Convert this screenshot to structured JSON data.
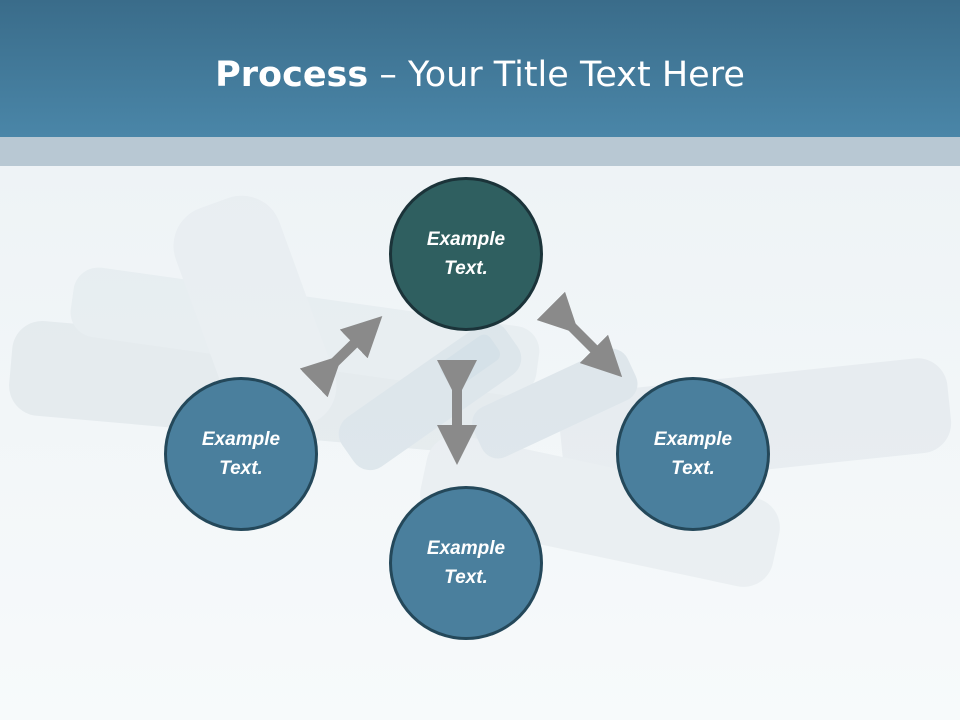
{
  "slide": {
    "title_bold": "Process",
    "title_rest": " – Your Title Text Here"
  },
  "diagram": {
    "nodes": [
      {
        "id": "top",
        "text": "Example Text."
      },
      {
        "id": "left",
        "text": "Example Text."
      },
      {
        "id": "bottom",
        "text": "Example Text."
      },
      {
        "id": "right",
        "text": "Example Text."
      }
    ]
  },
  "colors": {
    "header": "#4a86a8",
    "node_fill": "#4a7f9d",
    "center_node_fill": "#2f5f60",
    "arrow": "#8a8a8a"
  }
}
